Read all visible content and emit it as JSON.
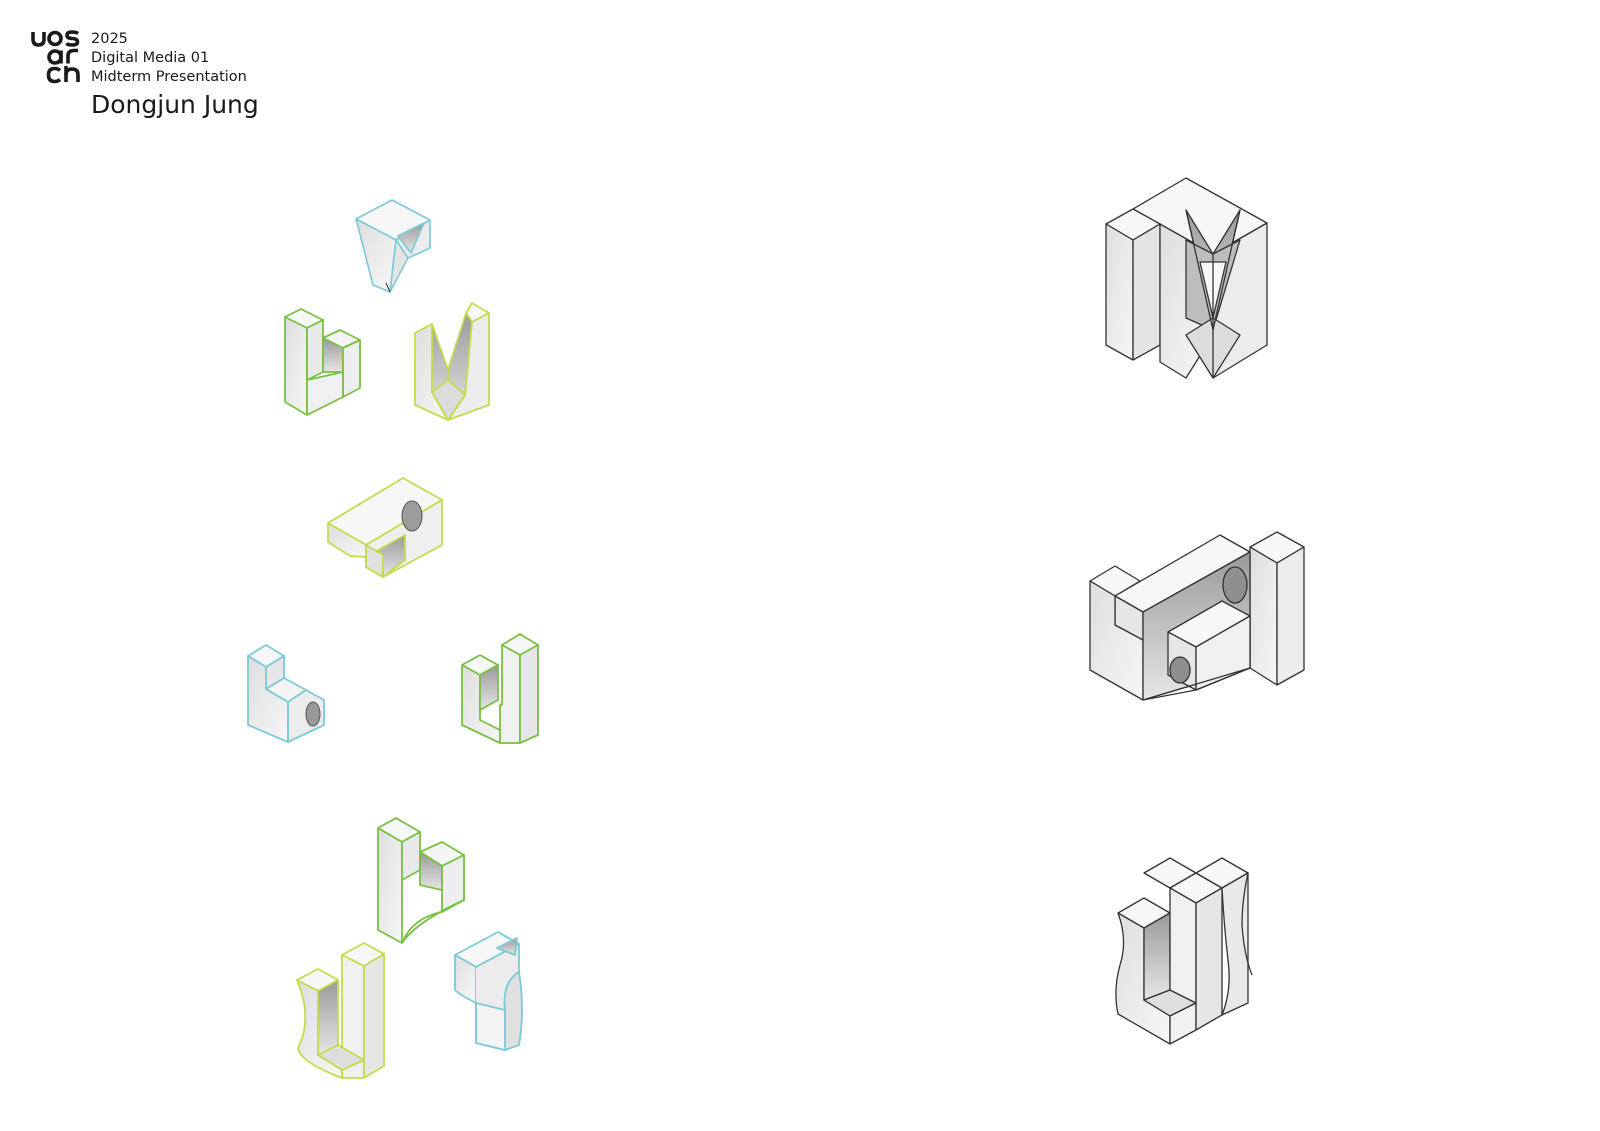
{
  "header": {
    "year": "2025",
    "course": "Digital Media 01",
    "event": "Midterm Presentation",
    "author": "Dongjun Jung"
  },
  "logo": {
    "glyph_lines": [
      "uos",
      "ar",
      "ch"
    ],
    "color": "#1a1a1a"
  },
  "colors": {
    "cyan": "#7ccad6",
    "green": "#79c043",
    "lime": "#c2dd4c",
    "face_light": "#f5f5f5",
    "face_mid": "#e2e2e2",
    "face_dark": "#c9c9c9",
    "outline_dark": "#333333"
  },
  "rows": [
    {
      "parts": [
        {
          "name": "cyan-p-piece",
          "outline_color": "cyan"
        },
        {
          "name": "green-l-piece",
          "outline_color": "green"
        },
        {
          "name": "lime-v-piece",
          "outline_color": "lime"
        }
      ],
      "assembly": "assembled-form-triangular-cut"
    },
    {
      "parts": [
        {
          "name": "lime-bridge-piece",
          "outline_color": "lime"
        },
        {
          "name": "cyan-step-piece",
          "outline_color": "cyan"
        },
        {
          "name": "green-u-piece",
          "outline_color": "green"
        }
      ],
      "assembly": "assembled-form-cylindrical-cut"
    },
    {
      "parts": [
        {
          "name": "green-curved-l-piece",
          "outline_color": "green"
        },
        {
          "name": "lime-curved-u-piece",
          "outline_color": "lime"
        },
        {
          "name": "cyan-curved-hook-piece",
          "outline_color": "cyan"
        }
      ],
      "assembly": "assembled-form-curved-cut"
    }
  ]
}
